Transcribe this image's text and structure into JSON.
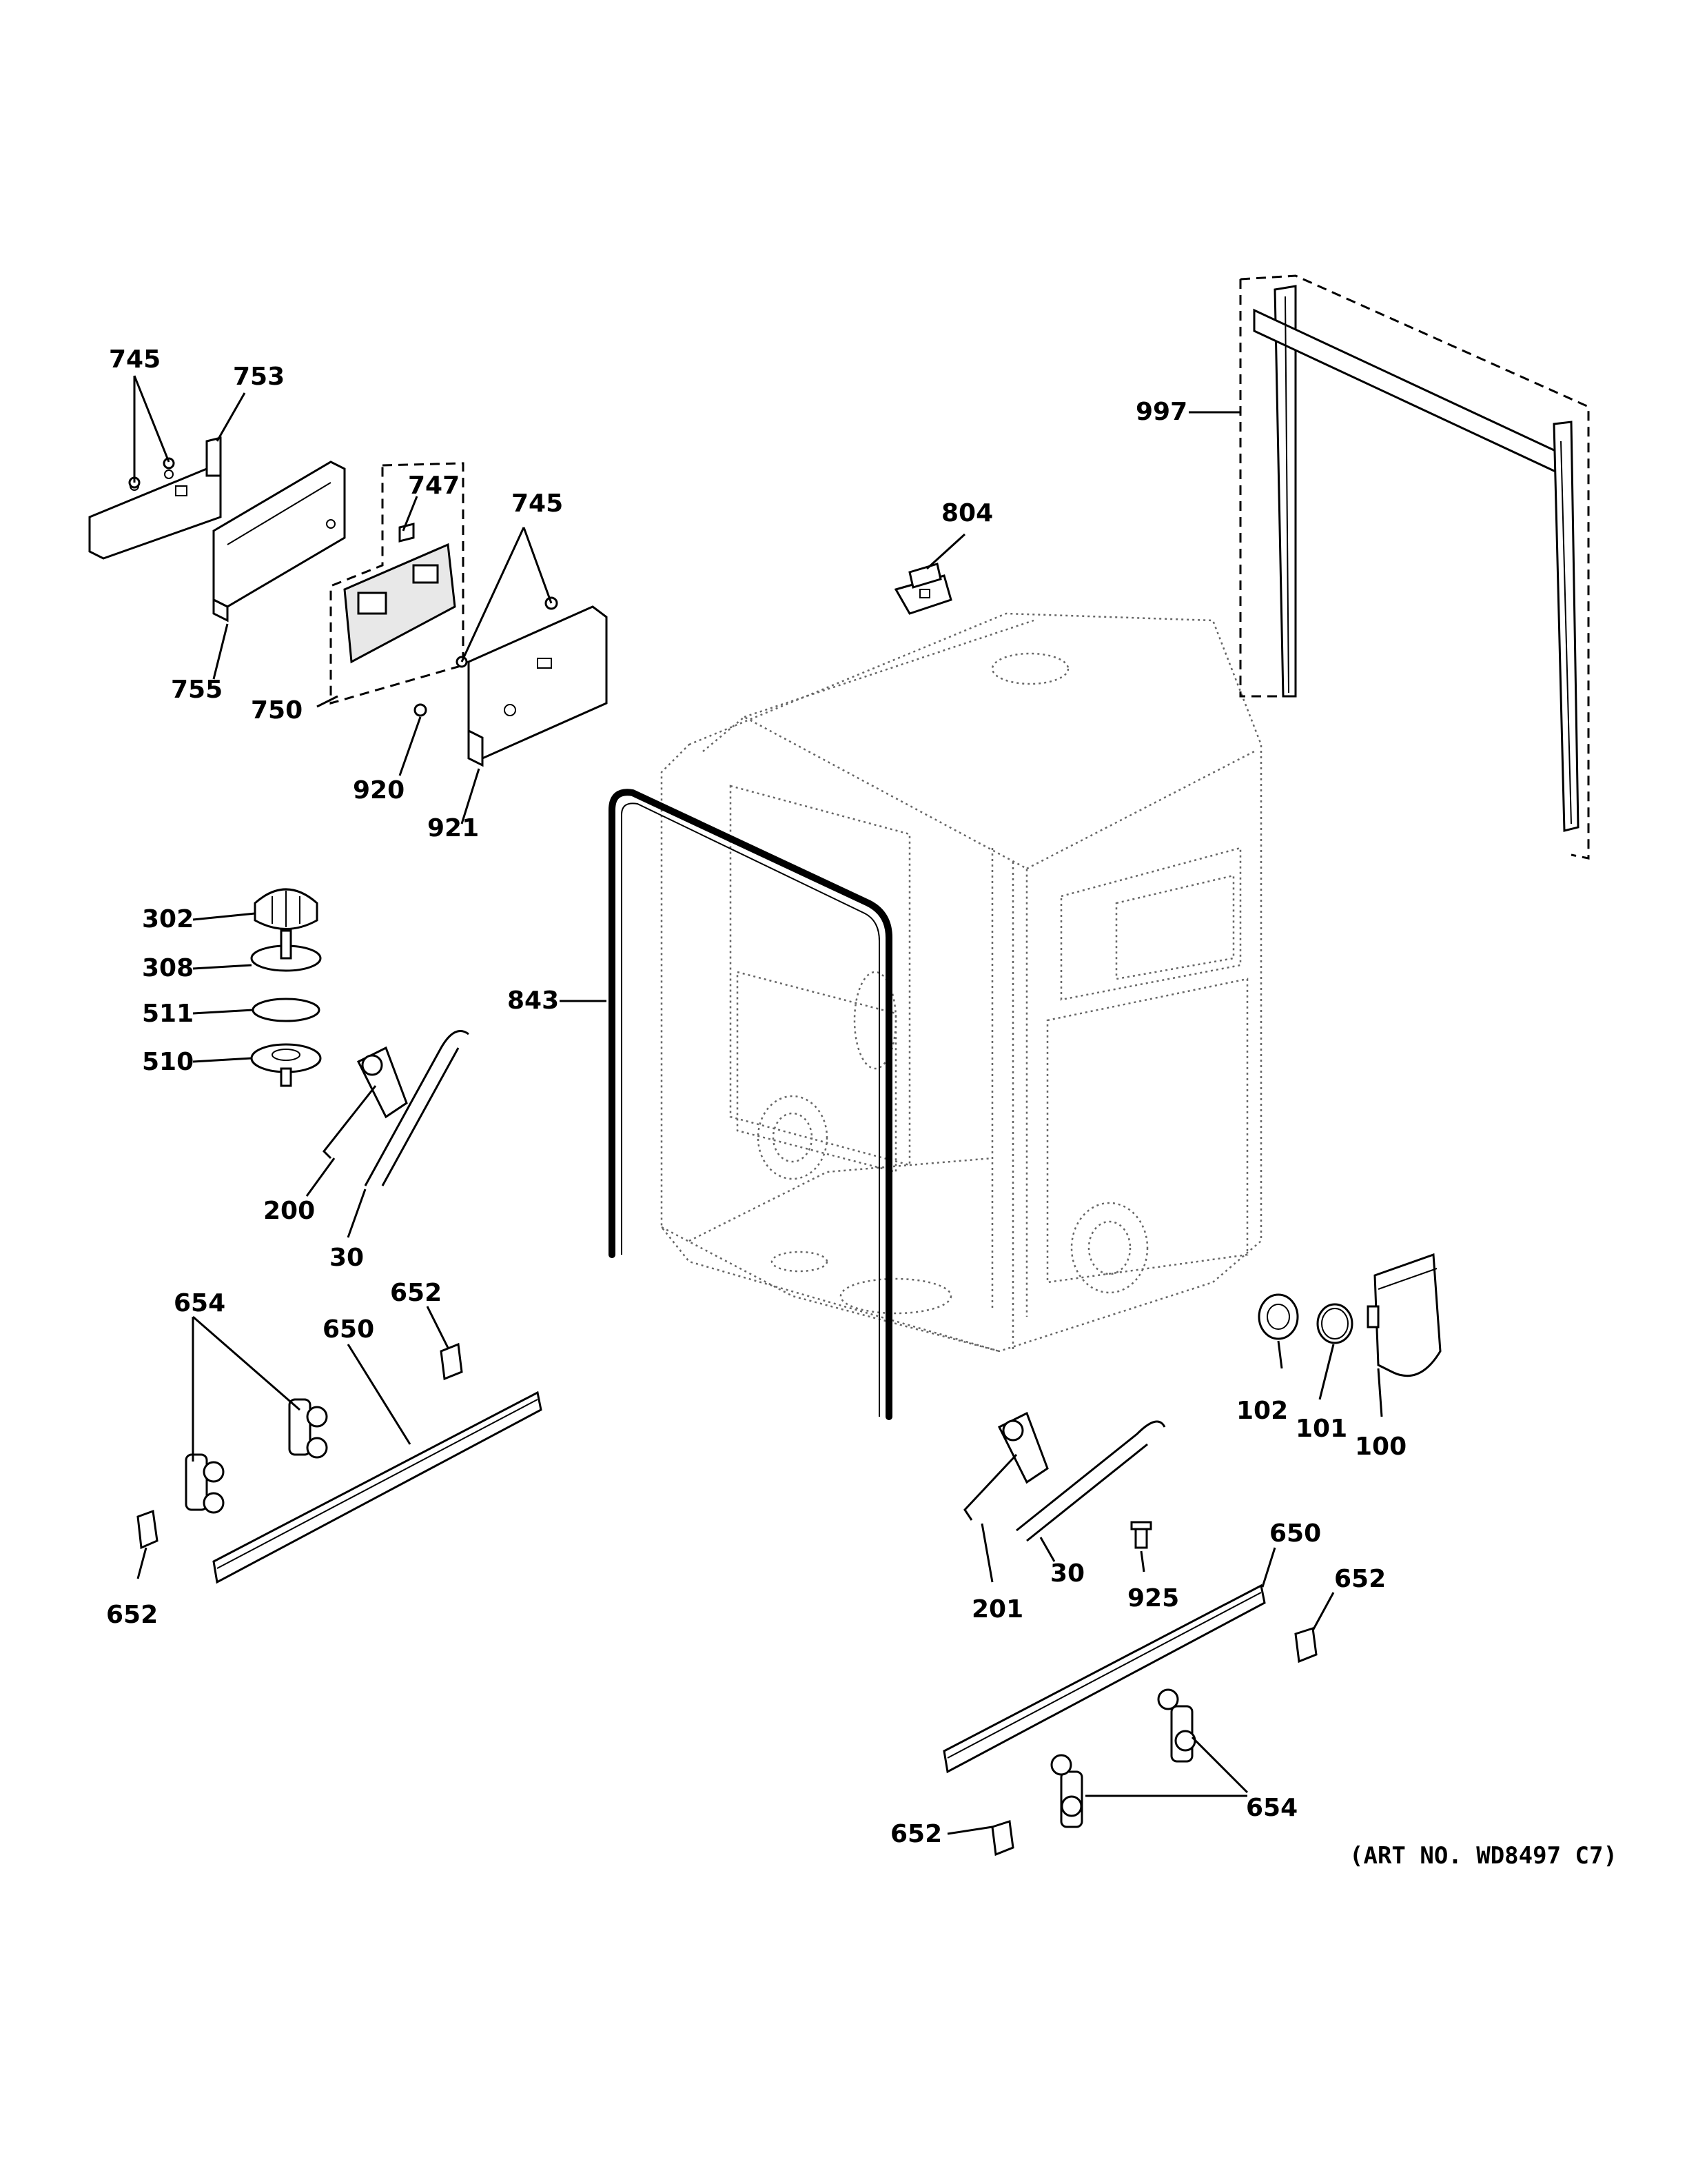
{
  "callouts": {
    "c745a": "745",
    "c753": "753",
    "c747": "747",
    "c745b": "745",
    "c755": "755",
    "c750": "750",
    "c920": "920",
    "c921": "921",
    "c804": "804",
    "c997": "997",
    "c302": "302",
    "c308": "308",
    "c511": "511",
    "c510": "510",
    "c843": "843",
    "c200": "200",
    "c30a": "30",
    "c654a": "654",
    "c652a": "652",
    "c650a": "650",
    "c652b": "652",
    "c102": "102",
    "c101": "101",
    "c100": "100",
    "c650b": "650",
    "c652c": "652",
    "c30b": "30",
    "c201": "201",
    "c925": "925",
    "c654b": "654",
    "c652d": "652"
  },
  "art_number": "(ART NO. WD8497 C7)"
}
